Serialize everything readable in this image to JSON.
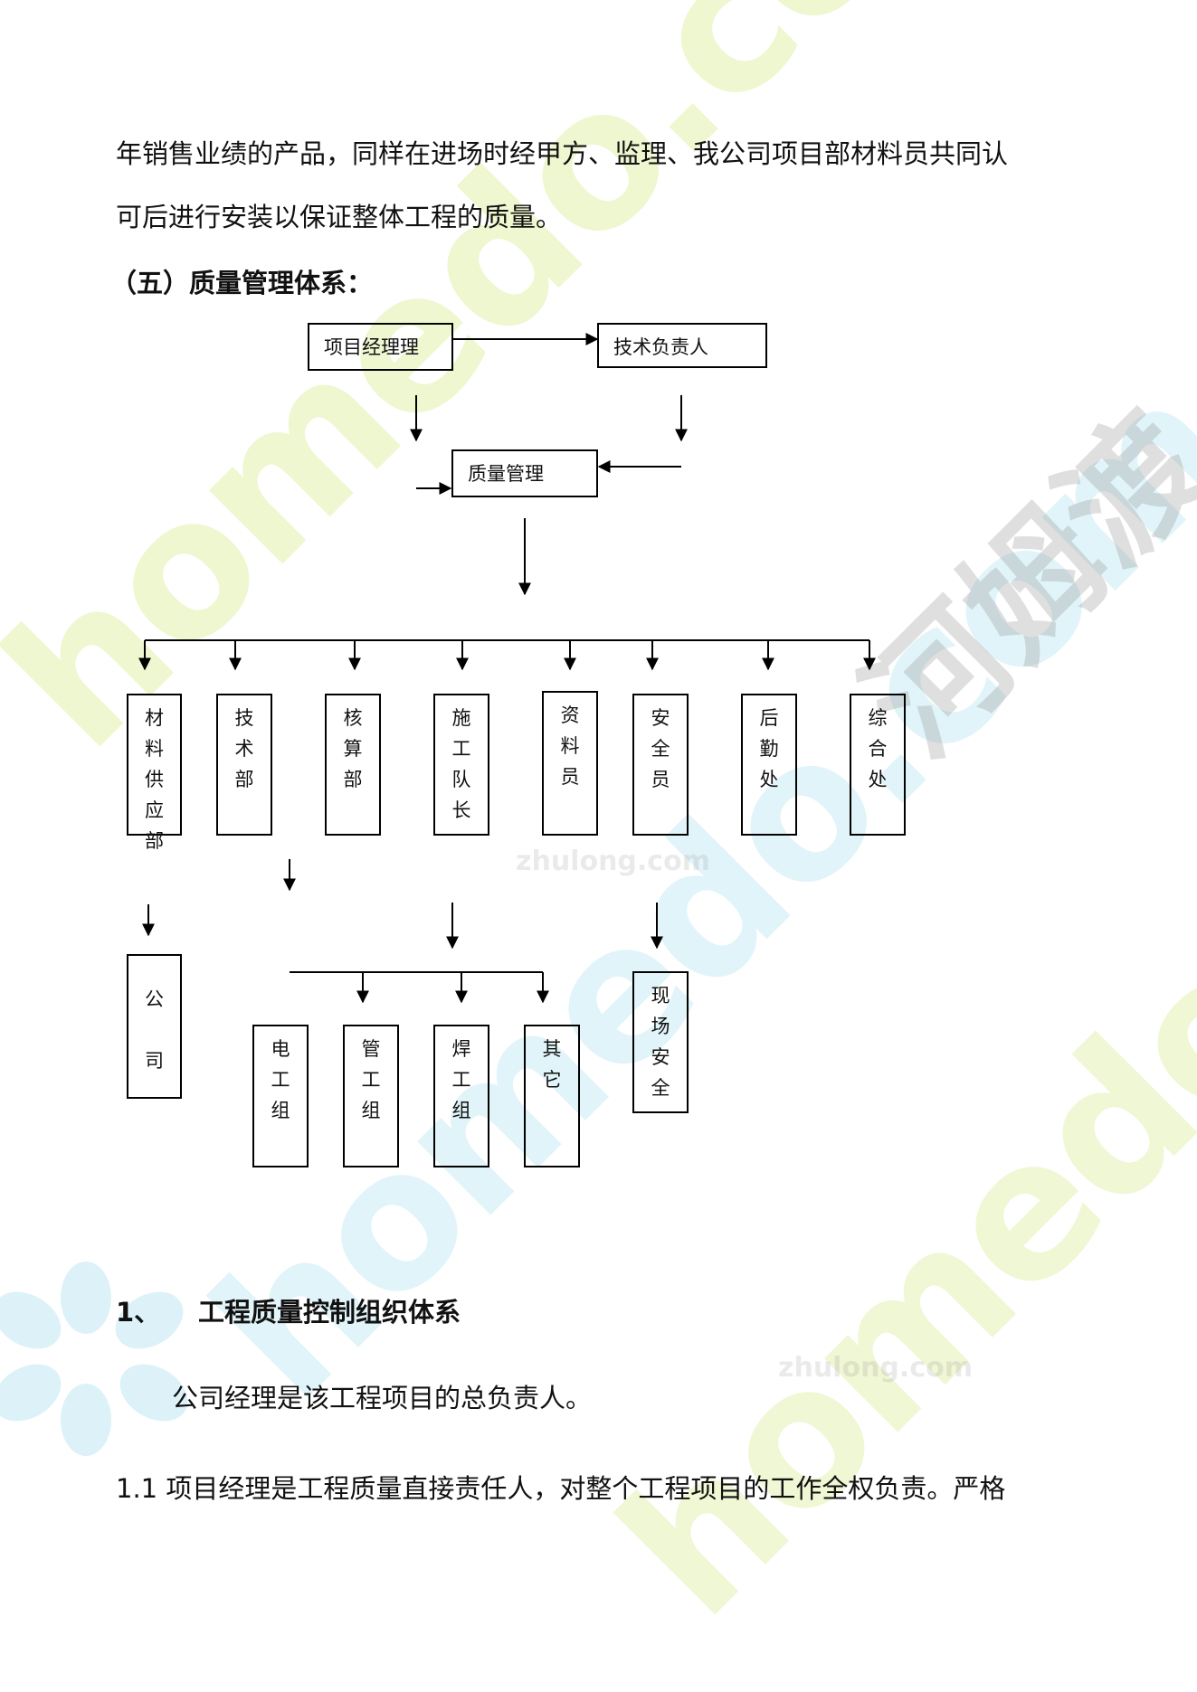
{
  "text": {
    "line1": "年销售业绩的产品，同样在进场时经甲方、监理、我公司项目部材料员共同认",
    "line2": "可后进行安装以保证整体工程的质量。",
    "section_title": "（五）质量管理体系：",
    "heading_num": "1、",
    "heading_text": "工程质量控制组织体系",
    "para1": "公司经理是该工程项目的总负责人。",
    "para2": "1.1 项目经理是工程质量直接责任人，对整个工程项目的工作全权负责。严格"
  },
  "org_chart": {
    "top_left": "项目经理理",
    "top_right": "技术负责人",
    "middle": "质量管理",
    "departments": [
      {
        "id": "material",
        "label": "材料供应部"
      },
      {
        "id": "tech",
        "label": "技术部"
      },
      {
        "id": "accounting",
        "label": "核算部"
      },
      {
        "id": "construction",
        "label": "施工队长"
      },
      {
        "id": "docs",
        "label": "资料员"
      },
      {
        "id": "safety",
        "label": "安全员"
      },
      {
        "id": "logistics",
        "label": "后勤处"
      },
      {
        "id": "general",
        "label": "综合处"
      }
    ],
    "company": "公司",
    "teams": [
      {
        "id": "electric",
        "label": "电工组"
      },
      {
        "id": "pipe",
        "label": "管工组"
      },
      {
        "id": "weld",
        "label": "焊工组"
      },
      {
        "id": "other",
        "label": "其它"
      }
    ],
    "site_safety": "现场安全"
  },
  "watermarks": {
    "en_main": "homedo.com",
    "cn_main": "河姆渡",
    "zhulong_1": "zhulong.com",
    "zhulong_2": "zhulong.com"
  },
  "colors": {
    "wm_green": "#eef7c8",
    "wm_cyan": "#d8f2f8",
    "wm_gray": "#b9b9b9"
  }
}
